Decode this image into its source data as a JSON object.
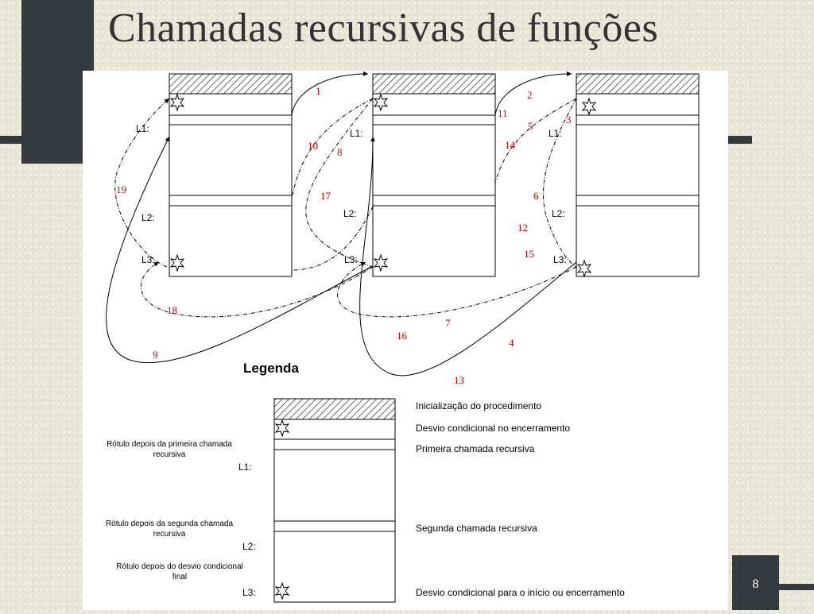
{
  "slide": {
    "title": "Chamadas recursivas de funções",
    "page_number": "8"
  },
  "diagram": {
    "frame_labels": {
      "l1": "L1:",
      "l2": "L2:",
      "l3": "L3:"
    },
    "step_numbers": [
      "1",
      "2",
      "3",
      "4",
      "5",
      "6",
      "7",
      "8",
      "9",
      "10",
      "11",
      "12",
      "13",
      "14",
      "15",
      "16",
      "17",
      "18",
      "19"
    ],
    "step_color": "#d00000"
  },
  "legend": {
    "title": "Legenda",
    "left_labels": {
      "first_call_line1": "Rótulo depois da primeira chamada",
      "first_call_line2": "recursiva",
      "l1": "L1:",
      "second_call_line1": "Rótulo depois da segunda chamada",
      "second_call_line2": "recursiva",
      "l2": "L2:",
      "final_line1": "Rótulo depois do desvio condicional",
      "final_line2": "final",
      "l3": "L3:"
    },
    "right_labels": {
      "init": "Inicialização do procedimento",
      "cond_end": "Desvio condicional no encerramento",
      "first_call": "Primeira chamada recursiva",
      "second_call": "Segunda chamada recursiva",
      "final_cond": "Desvio condicional para o início ou encerramento"
    }
  }
}
